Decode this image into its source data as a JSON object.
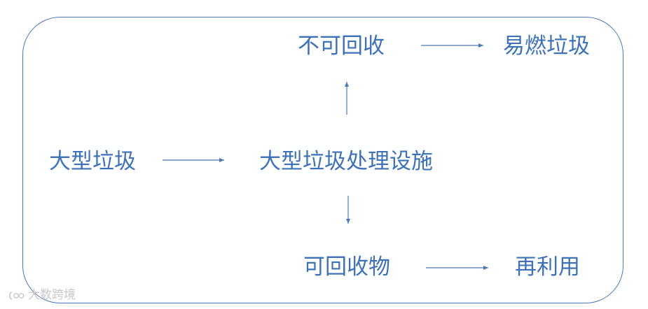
{
  "diagram": {
    "nodes": {
      "large_waste": "大型垃圾",
      "facility": "大型垃圾处理设施",
      "non_recyclable": "不可回收",
      "combustible": "易燃垃圾",
      "recyclable": "可回收物",
      "reuse": "再利用"
    },
    "edges": [
      {
        "from": "large_waste",
        "to": "facility"
      },
      {
        "from": "facility",
        "to": "non_recyclable"
      },
      {
        "from": "facility",
        "to": "recyclable"
      },
      {
        "from": "non_recyclable",
        "to": "combustible"
      },
      {
        "from": "recyclable",
        "to": "reuse"
      }
    ],
    "colors": {
      "text": "#3d72b8",
      "arrow": "#4a78b5",
      "frame": "#4a78b5"
    }
  },
  "watermark": {
    "text": "大数跨境",
    "icon": "brand-logo-icon"
  }
}
